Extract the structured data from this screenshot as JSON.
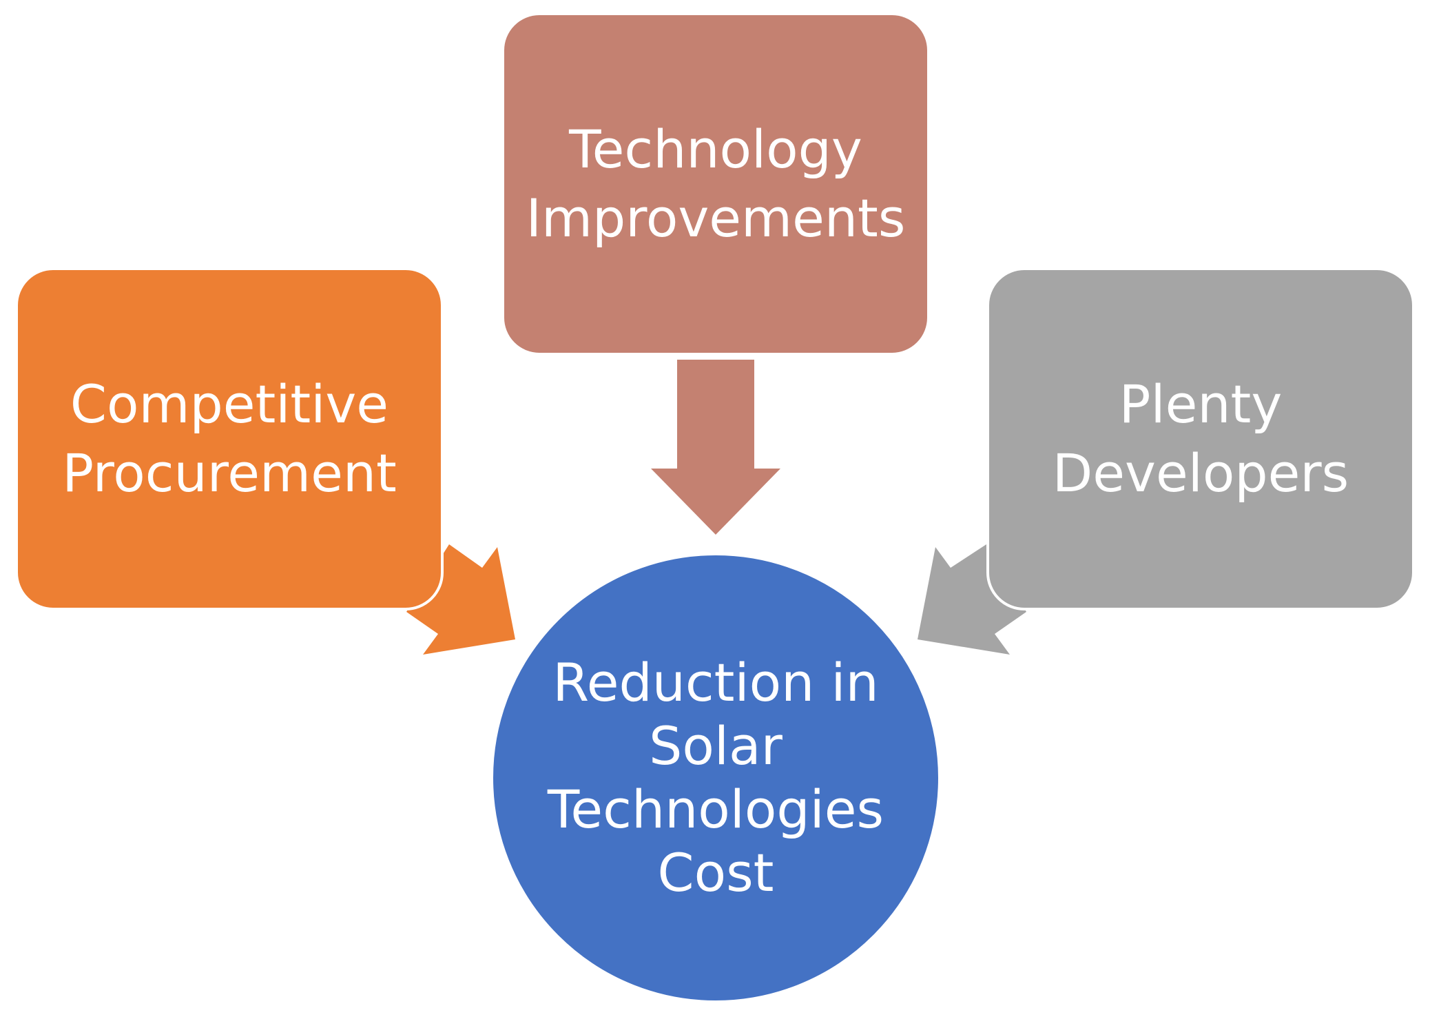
{
  "diagram": {
    "nodes": {
      "technology": {
        "lines": [
          "Technology",
          "Improvements"
        ],
        "color": "#c48171"
      },
      "competitive": {
        "lines": [
          "Competitive",
          "Procurement"
        ],
        "color": "#ed7f33"
      },
      "developers": {
        "lines": [
          "Plenty",
          "Developers"
        ],
        "color": "#a5a5a5"
      },
      "reduction": {
        "lines": [
          "Reduction in",
          "Solar",
          "Technologies",
          "Cost"
        ],
        "color": "#4472c4"
      }
    },
    "arrows": [
      {
        "from": "technology",
        "to": "reduction",
        "color": "#c48171"
      },
      {
        "from": "competitive",
        "to": "reduction",
        "color": "#ed7f33"
      },
      {
        "from": "developers",
        "to": "reduction",
        "color": "#a5a5a5"
      }
    ]
  }
}
